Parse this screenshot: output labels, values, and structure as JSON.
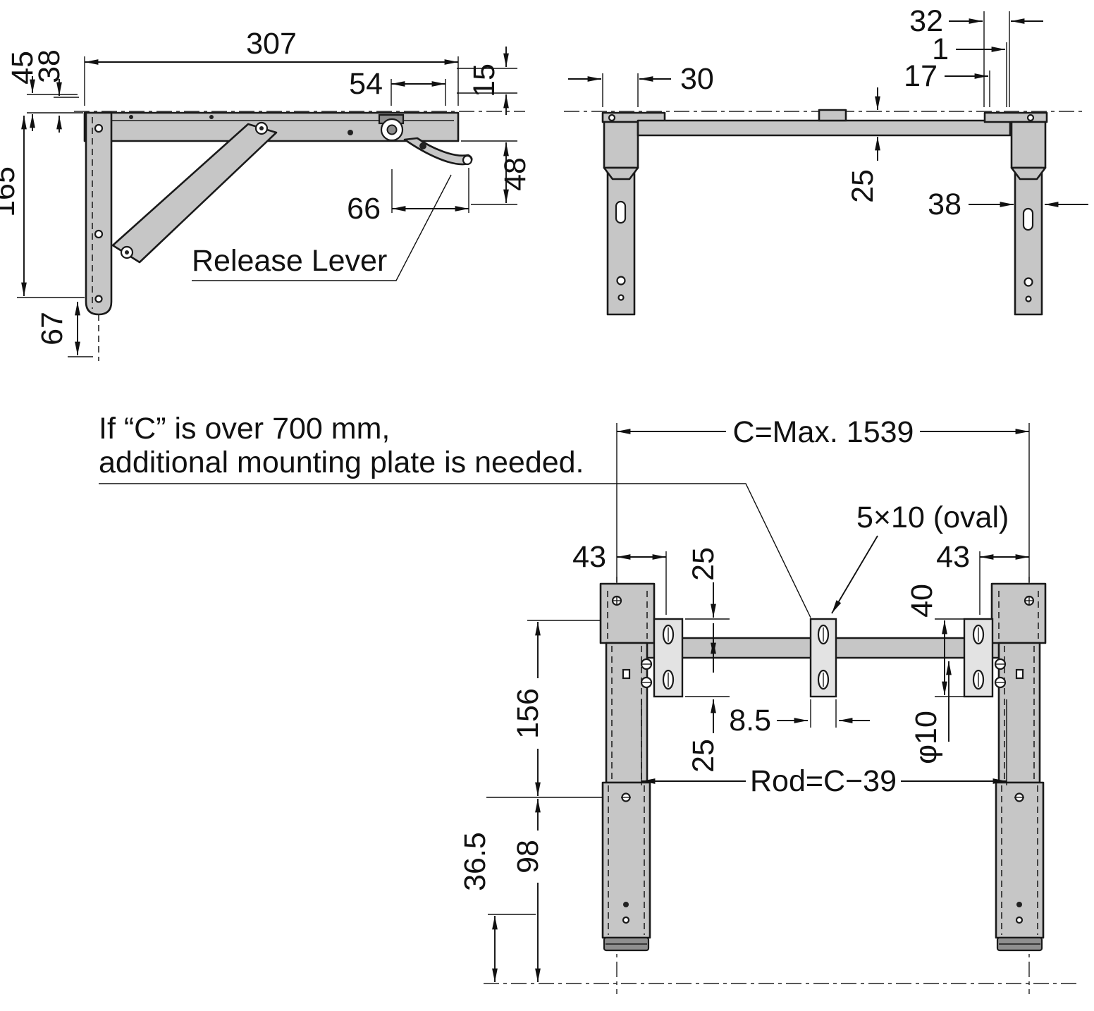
{
  "side_view": {
    "release_lever_label": "Release Lever",
    "dims": {
      "top_width": "307",
      "latch_span": "54",
      "surface_offset": "15",
      "lever_drop": "48",
      "lever_reach": "66",
      "hole_offset_outer": "45",
      "hole_offset_inner": "38",
      "plate_height": "165",
      "plate_tail": "67"
    }
  },
  "front_view": {
    "dims": {
      "bracket_right_width": "32",
      "edge_gap": "1",
      "flange_inset": "17",
      "bracket_left_width": "30",
      "rod_center_drop": "25",
      "leg_width": "38"
    }
  },
  "plan_view": {
    "note_line1": "If “C” is over 700 mm,",
    "note_line2": "additional mounting plate is needed.",
    "dims": {
      "c_max": "C=Max. 1539",
      "oval_slot": "5×10 (oval)",
      "left_offset": "43",
      "plate_gap_top": "25",
      "right_offset": "43",
      "plate_height": "40",
      "upper_leg_length": "156",
      "plate_gap_bottom": "25",
      "plate_thickness": "8.5",
      "rod_diameter": "φ10",
      "rod_length": "Rod=C−39",
      "foot_length": "36.5",
      "lower_leg_length": "98"
    }
  }
}
